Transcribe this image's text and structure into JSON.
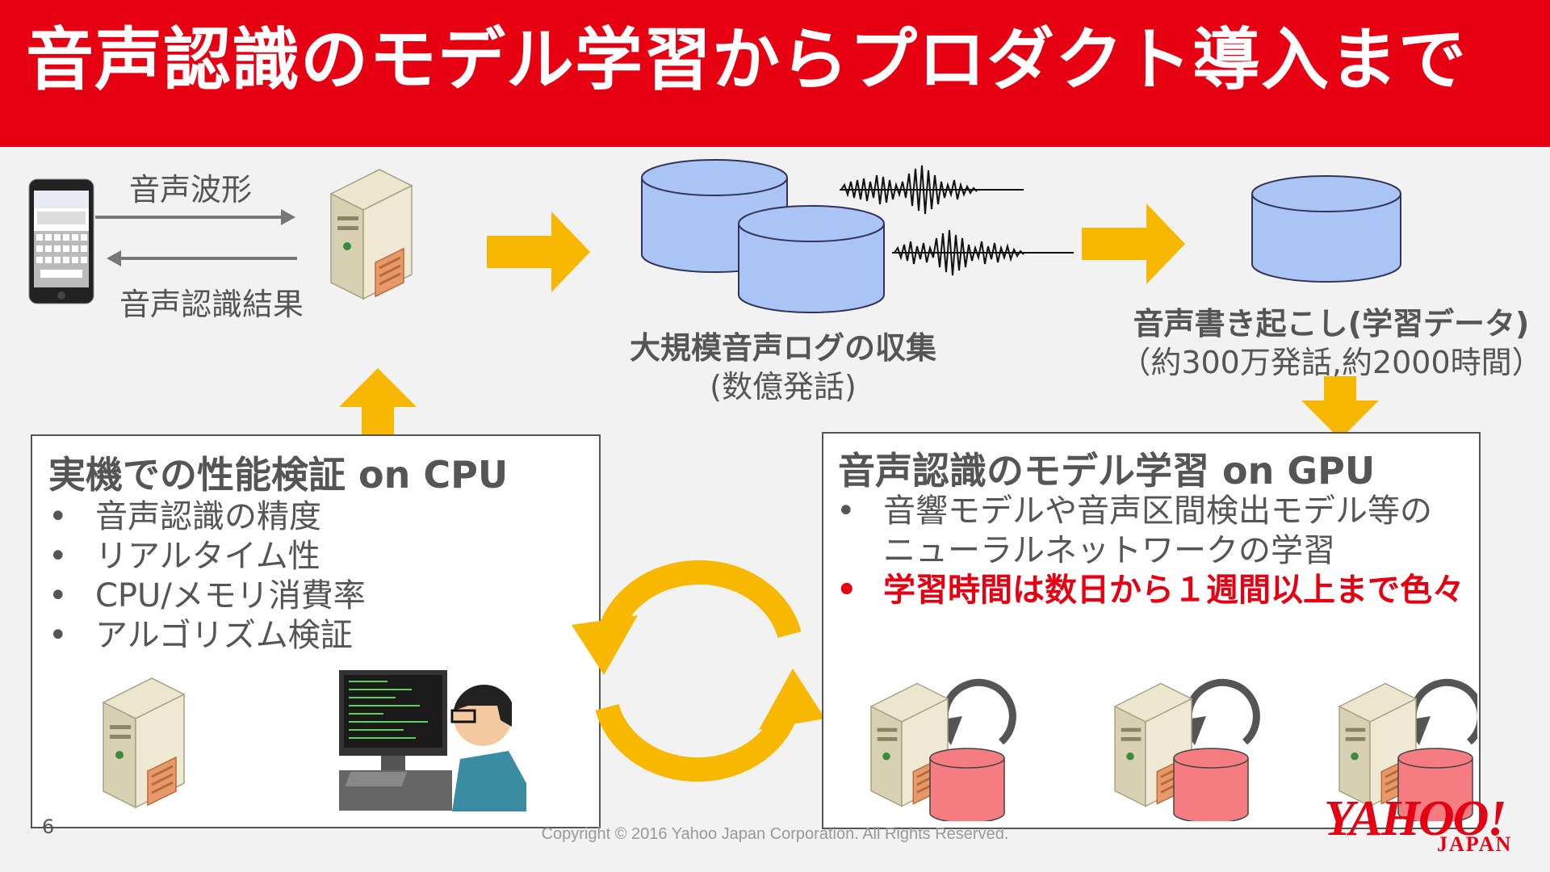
{
  "title": "音声認識のモデル学習からプロダクト導入まで",
  "flow": {
    "waveform_label": "音声波形",
    "result_label": "音声認識結果",
    "log_collection_label": "大規模音声ログの収集",
    "log_collection_sub": "(数億発話)",
    "transcription_label": "音声書き起こし(学習データ)",
    "transcription_sub": "（約300万発話,約2000時間）"
  },
  "cpu_box": {
    "title": "実機での性能検証 on CPU",
    "bullets": [
      "音声認識の精度",
      "リアルタイム性",
      "CPU/メモリ消費率",
      "アルゴリズム検証"
    ]
  },
  "gpu_box": {
    "title": "音声認識のモデル学習 on GPU",
    "bullet1_line1": "音響モデルや音声区間検出モデル等の",
    "bullet1_line2": "ニューラルネットワークの学習",
    "bullet2": "学習時間は数日から１週間以上まで色々"
  },
  "bullet_char": "•",
  "footer": {
    "copyright": "Copyright © 2016  Yahoo Japan Corporation. All Rights Reserved.",
    "page_number": "6",
    "logo_text": "YAHOO!",
    "logo_sub": "JAPAN"
  },
  "colors": {
    "banner": "#e60012",
    "arrow": "#f9b800",
    "db_blue": "#aac4f6",
    "db_red": "#f57c80",
    "text_gray": "#555555"
  },
  "icons": [
    "smartphone-icon",
    "server-icon",
    "database-icon",
    "waveform-icon",
    "cycle-arrows-icon",
    "programmer-icon",
    "refresh-loop-icon"
  ]
}
